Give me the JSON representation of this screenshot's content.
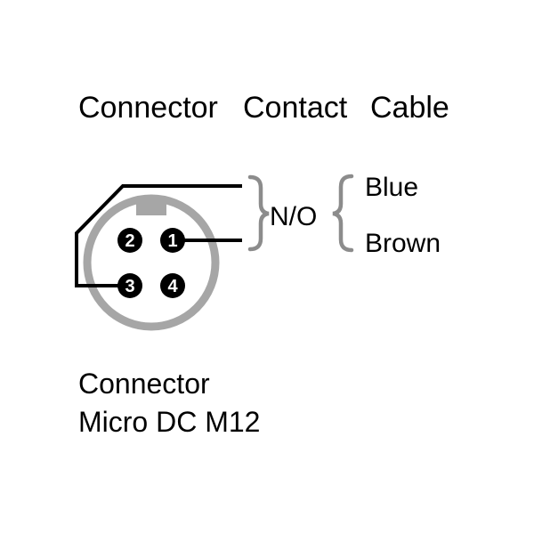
{
  "header": {
    "connector_label": "Connector",
    "contact_label": "Contact",
    "cable_label": "Cable"
  },
  "connector": {
    "pins": [
      {
        "number": "1",
        "wired": true
      },
      {
        "number": "2",
        "wired": false
      },
      {
        "number": "3",
        "wired": true
      },
      {
        "number": "4",
        "wired": false
      }
    ],
    "ring_color": "#a6a6a6",
    "pin_color": "#000000"
  },
  "contact": {
    "type_label": "N/O",
    "brace_color": "#8c8c8c"
  },
  "cables": [
    {
      "label": "Blue"
    },
    {
      "label": "Brown"
    }
  ],
  "footer": {
    "line1": "Connector",
    "line2": "Micro DC M12"
  }
}
